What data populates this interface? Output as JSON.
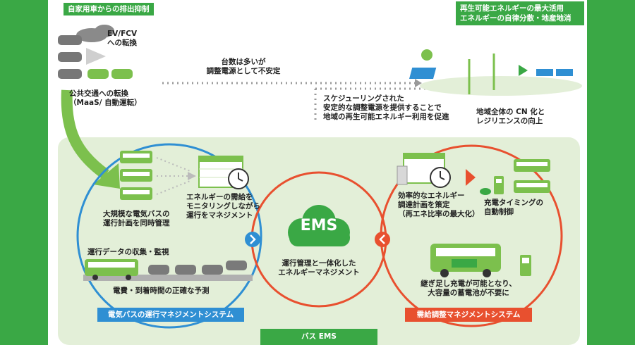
{
  "header": {
    "left_tag": "自家用車からの排出抑制",
    "right_tag": "再生可能エネルギーの最大活用\nエネルギーの自律分散・地産地消"
  },
  "top": {
    "ev_fcv": "EV/FCV\nへの転換",
    "public_transit": "公共交通への転換\n（MaaS/ 自動運転）",
    "unstable": "台数は多いが\n調整電源として不安定",
    "scheduling": "スケジューリングされた\n安定的な調整電源を提供することで\n地域の再生可能エネルギー利用を促進",
    "regional": "地域全体の CN 化と\nレジリエンスの向上"
  },
  "left_system": {
    "large_scale": "大規模な電気バスの\n運行計画を同時管理",
    "monitor": "エネルギーの需給を\nモニタリングしながら\n運行をマネジメント",
    "data": "運行データの収集・監視",
    "prediction": "電費・到着時間の正確な予測",
    "label": "電気バスの運行マネジメントシステム"
  },
  "center": {
    "ems": "EMS",
    "integrated": "運行管理と一体化した\nエネルギーマネジメント",
    "bus_ems": "バス EMS"
  },
  "right_system": {
    "efficient": "効率的なエネルギー\n調達計画を策定\n（再エネ比率の最大化）",
    "timing": "充電タイミングの\n自動制御",
    "top_up": "継ぎ足し充電が可能となり、\n大容量の蓄電池が不要に",
    "label": "需給調整マネジメントシステム"
  },
  "colors": {
    "brand_green": "#3aa845",
    "light_green_bg": "#e3efd8",
    "blue": "#2f8fd3",
    "red": "#e8502f",
    "dotted_gray": "#9a9a9a"
  }
}
